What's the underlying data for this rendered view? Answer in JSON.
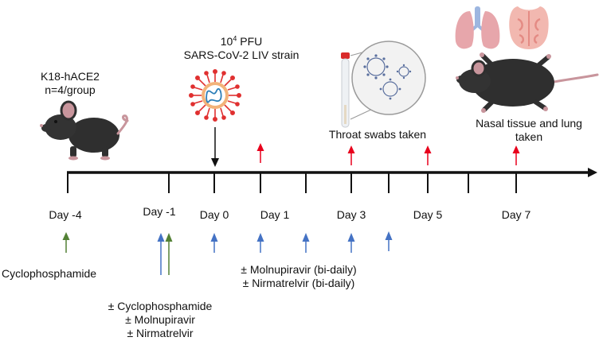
{
  "colors": {
    "timeline": "#111111",
    "infection_arrow": "#111111",
    "sampling_arrow": "#e8001c",
    "antiviral_arrow": "#4472c4",
    "cyclophosphamide_arrow": "#538135",
    "mouse": "#2f2f2f",
    "mouse_ear_tail": "#c8959c",
    "virus_ring": "#f2b37a",
    "virus_spike": "#e03030",
    "virus_rna": "#2c7fb8",
    "lung": "#e7a6ab",
    "trachea": "#9db6e0"
  },
  "model": {
    "line1": "K18-hACE2",
    "line2": "n=4/group",
    "icon": "mouse-icon"
  },
  "infection": {
    "dose_base": "10",
    "dose_exp": "4",
    "dose_unit": "PFU",
    "strain": "SARS-CoV-2 LIV strain",
    "icon": "virus-icon"
  },
  "timeline": {
    "days": [
      "Day -4",
      "Day -1",
      "Day 0",
      "Day 1",
      "Day 3",
      "Day 5",
      "Day 7"
    ]
  },
  "sampling": {
    "throat": "Throat swabs taken",
    "tissue_line1": "Nasal tissue and lung",
    "tissue_line2": "taken",
    "icons": [
      "swab-tube-icon",
      "virion-zoom-icon",
      "lungs-icon",
      "nasal-cavity-icon",
      "mouse-icon"
    ]
  },
  "treatments": {
    "day_minus4": "Cyclophosphamide",
    "day_minus1_line1": "± Cyclophosphamide",
    "day_minus1_line2": "± Molnupiravir",
    "day_minus1_line3": "± Nirmatrelvir",
    "daily_line1": "± Molnupiravir (bi-daily)",
    "daily_line2": "± Nirmatrelvir (bi-daily)"
  }
}
